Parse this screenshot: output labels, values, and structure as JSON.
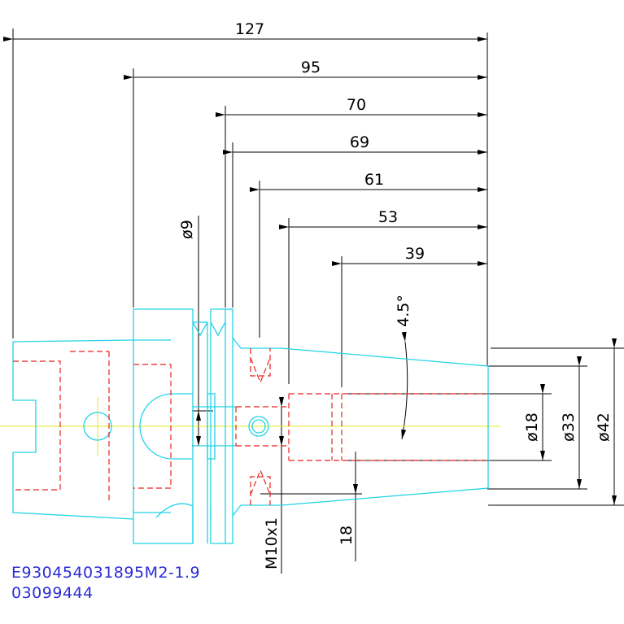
{
  "drawing": {
    "dimensions": {
      "length_127": "127",
      "length_95": "95",
      "length_70": "70",
      "length_69": "69",
      "length_61": "61",
      "length_53": "53",
      "length_39": "39",
      "dia_9": "ø9",
      "angle": "4.5°",
      "dia_18": "ø18",
      "dia_33": "ø33",
      "dia_42": "ø42",
      "thread": "M10x1",
      "depth_18": "18"
    },
    "part_code_line1": "E930454031895M2-1.9",
    "part_code_line2": "03099444"
  },
  "colors": {
    "outline": "#22d3e6",
    "hidden": "#e8231f",
    "center": "#e8e81a",
    "dimension": "#000000",
    "label": "#2c2cd6"
  }
}
